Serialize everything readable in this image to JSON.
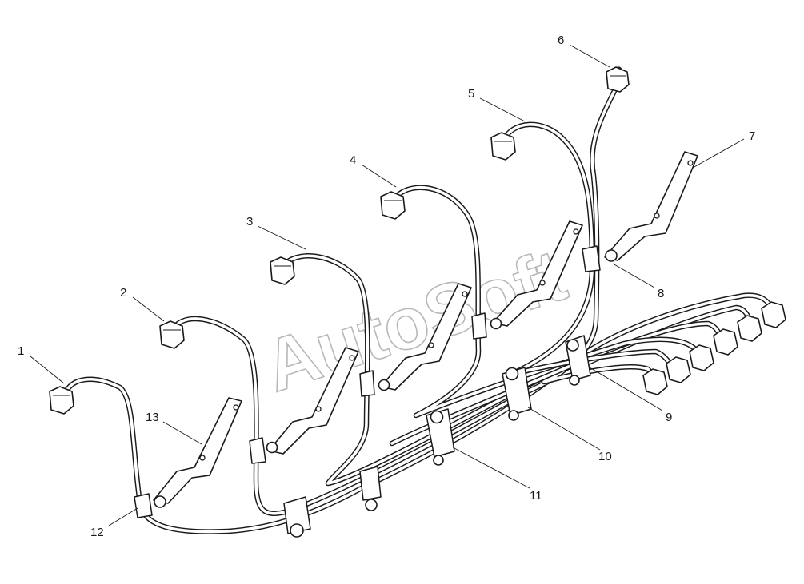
{
  "diagram": {
    "watermark": "AutoSoft",
    "callouts": [
      "1",
      "2",
      "3",
      "4",
      "5",
      "6",
      "7",
      "8",
      "9",
      "10",
      "11",
      "12",
      "13"
    ]
  }
}
